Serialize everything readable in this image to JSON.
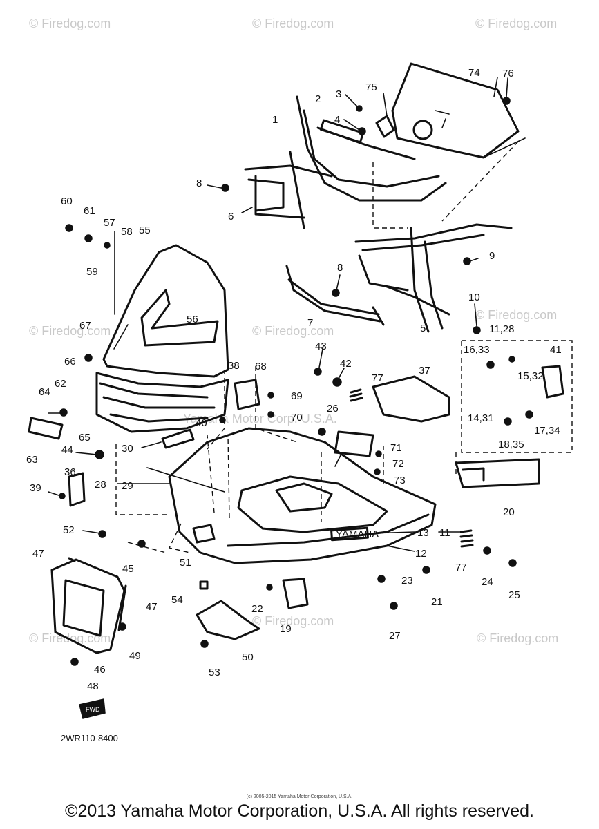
{
  "watermark_text": "© Firedog.com",
  "center_watermark": "Yamaha Motor Corp. U.S.A.",
  "diagram_code": "2WR110-8400",
  "small_copyright": "(c) 2005-2015 Yamaha Motor Corporation, U.S.A.",
  "copyright": "©2013 Yamaha Motor Corporation, U.S.A. All rights reserved.",
  "emblem_text": "YAMAHA",
  "fwd_text": "FWD",
  "part_numbers": {
    "p1": "1",
    "p2": "2",
    "p3": "3",
    "p4": "4",
    "p5": "5",
    "p6": "6",
    "p7": "7",
    "p8a": "8",
    "p8b": "8",
    "p9": "9",
    "p10": "10",
    "p11": "11",
    "p11_28": "11,28",
    "p12": "12",
    "p13": "13",
    "p14_31": "14,31",
    "p15_32": "15,32",
    "p16_33": "16,33",
    "p17_34": "17,34",
    "p18_35": "18,35",
    "p19": "19",
    "p20": "20",
    "p21": "21",
    "p22": "22",
    "p23": "23",
    "p24": "24",
    "p25": "25",
    "p26": "26",
    "p27": "27",
    "p28": "28",
    "p29": "29",
    "p30": "30",
    "p36": "36",
    "p37": "37",
    "p38": "38",
    "p39": "39",
    "p40": "40",
    "p41": "41",
    "p42": "42",
    "p43": "43",
    "p44": "44",
    "p45": "45",
    "p46": "46",
    "p47a": "47",
    "p47b": "47",
    "p48": "48",
    "p49": "49",
    "p50": "50",
    "p51": "51",
    "p52": "52",
    "p53": "53",
    "p54": "54",
    "p55": "55",
    "p56": "56",
    "p57": "57",
    "p58": "58",
    "p59": "59",
    "p60": "60",
    "p61": "61",
    "p62": "62",
    "p63": "63",
    "p64": "64",
    "p65": "65",
    "p66": "66",
    "p67": "67",
    "p68": "68",
    "p69": "69",
    "p70": "70",
    "p71": "71",
    "p72": "72",
    "p73": "73",
    "p74": "74",
    "p75": "75",
    "p76": "76",
    "p77a": "77",
    "p77b": "77"
  }
}
